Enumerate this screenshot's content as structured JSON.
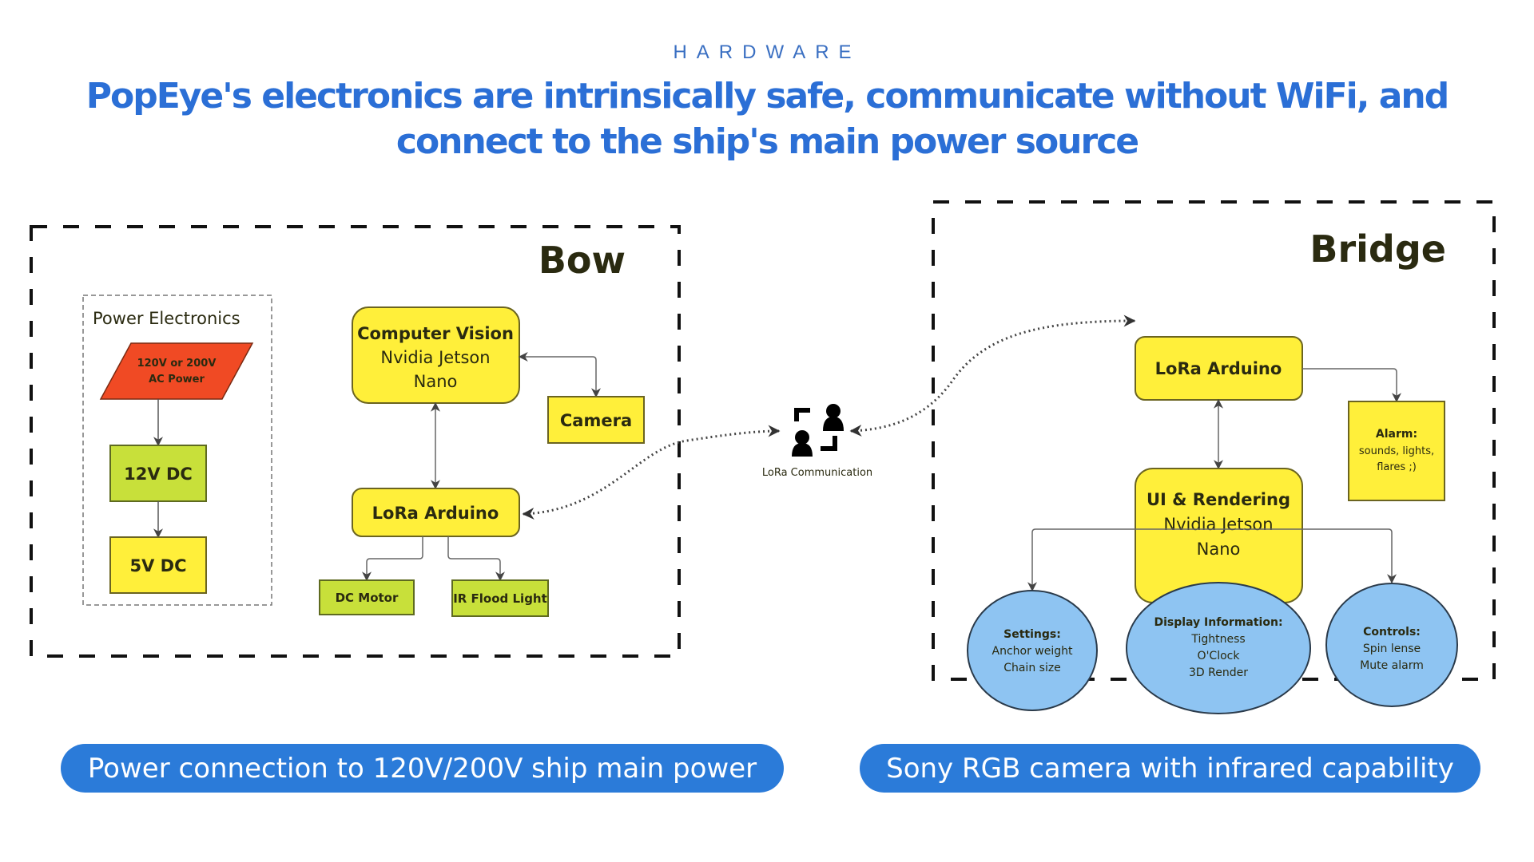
{
  "header": {
    "eyebrow": "HARDWARE",
    "headline_line1": "PopEye's electronics are intrinsically safe,  communicate without WiFi, and",
    "headline_line2": "connect to the ship's main power source"
  },
  "colors": {
    "accent_blue": "#2b7bd9",
    "headline_blue": "#2b6fd6",
    "yellow": "#ffef3a",
    "lime": "#c8e03a",
    "ac_red": "#f04a24",
    "ellipse_blue": "#8ec4f2"
  },
  "bow": {
    "title": "Bow",
    "power_group_label": "Power Electronics",
    "ac_power": [
      "120V or 200V",
      "AC Power"
    ],
    "dc12": "12V DC",
    "dc5": "5V DC",
    "computer_vision": {
      "title": "Computer Vision",
      "line1": "Nvidia Jetson",
      "line2": "Nano"
    },
    "camera": "Camera",
    "lora": "LoRa Arduino",
    "dc_motor": "DC Motor",
    "ir_light": "IR Flood Light"
  },
  "link": {
    "label": "LoRa Communication",
    "icon": "lora-communication-icon"
  },
  "bridge": {
    "title": "Bridge",
    "lora": "LoRa Arduino",
    "alarm": {
      "title": "Alarm:",
      "line1": "sounds, lights,",
      "line2": "flares ;)"
    },
    "ui": {
      "title": "UI & Rendering",
      "line1": "Nvidia Jetson",
      "line2": "Nano"
    },
    "settings": {
      "title": "Settings:",
      "line1": "Anchor weight",
      "line2": "Chain size"
    },
    "display": {
      "title": "Display Information:",
      "line1": "Tightness",
      "line2": "O'Clock",
      "line3": "3D Render"
    },
    "controls": {
      "title": "Controls:",
      "line1": "Spin lense",
      "line2": "Mute alarm"
    }
  },
  "footer": {
    "left_pill": "Power connection to 120V/200V ship main power",
    "right_pill": "Sony RGB camera with infrared capability"
  }
}
